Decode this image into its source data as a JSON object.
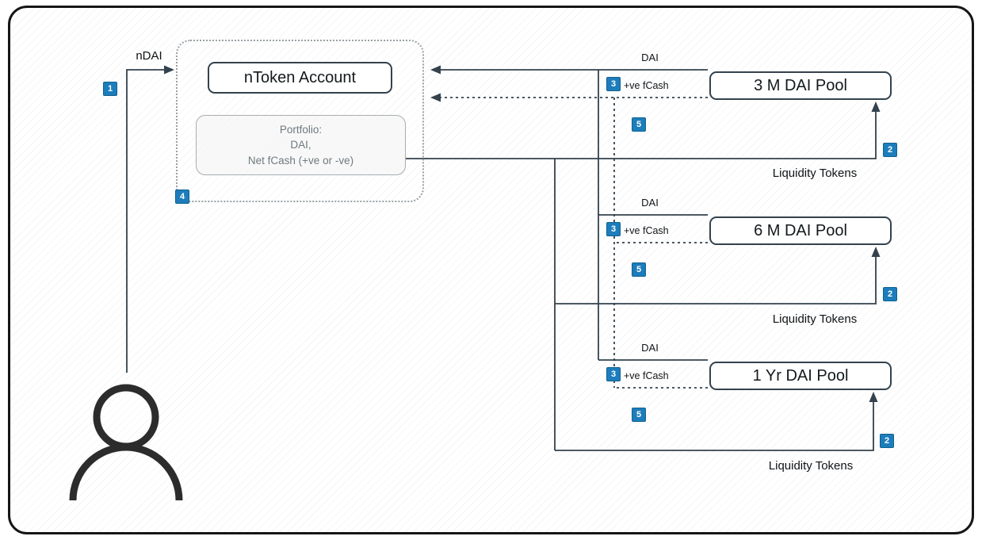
{
  "labels": {
    "ndai": "nDAI"
  },
  "account": {
    "title": "nToken Account",
    "portfolio_line1": "Portfolio:",
    "portfolio_line2": "DAI,",
    "portfolio_line3": "Net fCash (+ve or -ve)"
  },
  "pools": [
    {
      "name": "3 M DAI Pool",
      "dai": "DAI",
      "fcash": "+ve fCash",
      "liquidity": "Liquidity Tokens"
    },
    {
      "name": "6 M DAI Pool",
      "dai": "DAI",
      "fcash": "+ve fCash",
      "liquidity": "Liquidity Tokens"
    },
    {
      "name": "1 Yr DAI Pool",
      "dai": "DAI",
      "fcash": "+ve fCash",
      "liquidity": "Liquidity Tokens"
    }
  ],
  "steps": {
    "s1": "1",
    "s2": "2",
    "s3": "3",
    "s4": "4",
    "s5": "5"
  },
  "colors": {
    "line": "#33424d",
    "badge_blue": "#1d7dbc",
    "frame": "#161616"
  }
}
